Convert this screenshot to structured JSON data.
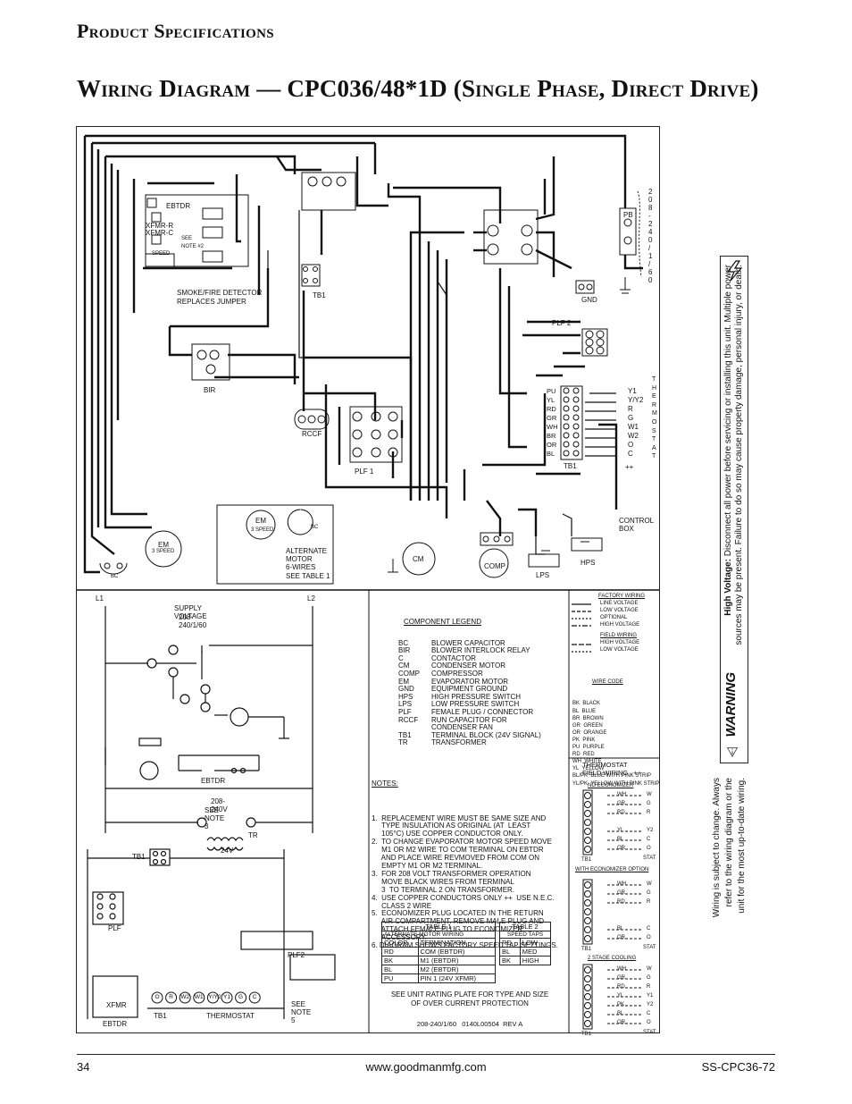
{
  "header": {
    "section": "Product Specifications",
    "title": "Wiring Diagram — CPC036/48*1D (Single Phase, Direct Drive)"
  },
  "footer": {
    "page": "34",
    "url": "www.goodmanmfg.com",
    "doc": "SS-CPC36-72"
  },
  "warning": {
    "word": "WARNING",
    "lead": "High Voltage:",
    "line1": "Disconnect all power before servicing or installing this unit. Multiple power",
    "line2": "sources may be present. Failure to do so may cause property damage, personal injury, or death."
  },
  "subject": [
    "Wiring is subject to change. Always",
    "refer to the wiring diagram or the",
    "unit for the most up-to-date wiring."
  ],
  "components": {
    "ebtdr": "EBTDR",
    "bir": "BIR",
    "tb1": "TB1",
    "rccf": "RCCF",
    "plf1": "PLF 1",
    "plf2": "PLF 2",
    "cm": "CM",
    "comp": "COMP",
    "em": "EM",
    "em_sub": "3 SPEED",
    "bc": "BC",
    "lps": "LPS",
    "hps": "HPS",
    "gnd": "GND",
    "pb": "PB",
    "control_box": [
      "CONTROL",
      "BOX"
    ],
    "smoke": [
      "SMOKE/FIRE DETECTOR",
      "REPLACES JUMPER"
    ],
    "supply_rating": "2 0 8 - 2 4 0 / 1 / 6 0",
    "thermostat": "THERMOSTAT",
    "alt_motor": [
      "ALTERNATE",
      "MOTOR",
      "6-WIRES",
      "SEE TABLE 1"
    ],
    "xfmr": [
      "XFMR-R",
      "XFMR-C"
    ],
    "see_note2": [
      "SEE",
      "NOTE #2"
    ],
    "speed": "SPEED",
    "thermostat_vert": "T H E R M O S T A T",
    "plus": "++"
  },
  "term_labels": {
    "tstat": [
      "Y1",
      "Y/Y2",
      "R",
      "G",
      "W1",
      "W2",
      "O",
      "C"
    ],
    "tb1": [
      "PU",
      "YL",
      "RD",
      "GR",
      "WH",
      "BR",
      "OR",
      "BL"
    ]
  },
  "ladder": {
    "l1": "L1",
    "l2": "L2",
    "supply": [
      "SUPPLY VOLTAGE",
      "208-240/1/60"
    ],
    "xfmr_note": [
      "208-240V",
      "SEE NOTE 3"
    ],
    "v24": "24V",
    "tr": "TR",
    "see_note5": "SEE NOTE 5",
    "xfmr": "XFMR",
    "ebtdr": "EBTDR",
    "tb1": "TB1",
    "plf": "PLF",
    "plf2": "PLF2",
    "thermostat": "THERMOSTAT",
    "stat_terms": [
      "O",
      "R",
      "W2",
      "W1",
      "Y/Y2",
      "Y1",
      "G",
      "C"
    ]
  },
  "legend": {
    "title": "COMPONENT LEGEND",
    "items": [
      [
        "BC",
        "BLOWER CAPACITOR"
      ],
      [
        "BIR",
        "BLOWER INTERLOCK RELAY"
      ],
      [
        "C",
        "CONTACTOR"
      ],
      [
        "CM",
        "CONDENSER MOTOR"
      ],
      [
        "COMP",
        "COMPRESSOR"
      ],
      [
        "EM",
        "EVAPORATOR MOTOR"
      ],
      [
        "GND",
        "EQUIPMENT GROUND"
      ],
      [
        "HPS",
        "HIGH PRESSURE SWITCH"
      ],
      [
        "LPS",
        "LOW PRESSURE SWITCH"
      ],
      [
        "PLF",
        "FEMALE PLUG / CONNECTOR"
      ],
      [
        "RCCF",
        "RUN CAPACITOR FOR"
      ],
      [
        "",
        "CONDENSER FAN"
      ],
      [
        "TB1",
        "TERMINAL BLOCK (24V SIGNAL)"
      ],
      [
        "TR",
        "TRANSFORMER"
      ]
    ]
  },
  "notes": {
    "title": "NOTES:",
    "lines": [
      "1.  REPLACEMENT WIRE MUST BE SAME SIZE AND",
      "     TYPE INSULATION AS ORIGINAL (AT  LEAST",
      "     105°C) USE COPPER CONDUCTOR ONLY.",
      "2.  TO CHANGE EVAPORATOR MOTOR SPEED MOVE",
      "     M1 OR M2 WIRE TO COM TERMINAL ON EBTDR",
      "     AND PLACE WIRE REVMOVED FROM COM ON",
      "     EMPTY M1 OR M2 TERMINAL.",
      "3.  FOR 208 VOLT TRANSFORMER OPERATION",
      "     MOVE BLACK WIRES FROM TERMINAL",
      "     3  TO TERMINAL 2 ON TRANSFORMER.",
      "4.  USE COPPER CONDUCTORS ONLY ++  USE N.E.C.",
      "     CLASS 2 WIRE",
      "5.  ECONOMIZER PLUG LOCATED IN THE RETURN",
      "     AIR COMPARTMENT. REMOVE MALE PLUG AND",
      "     ATTACH FEMALE PLUG TO ECONOMIZER",
      "     ACCESSORY.",
      "6. DIAGRAM SHOWS FACTORY SPEED TAP SETTINGS."
    ]
  },
  "table1": {
    "title": "TABLE 1",
    "sub": "ALTERNATE MOTOR WIRING",
    "head": [
      "COLOR",
      "TERMINATION"
    ],
    "rows": [
      [
        "RD",
        "COM (EBTDR)"
      ],
      [
        "BK",
        "M1 (EBTDR)"
      ],
      [
        "BL",
        "M2 (EBTDR)"
      ],
      [
        "PU",
        "PIN 1 (24V XFMR)"
      ]
    ]
  },
  "table2": {
    "title": "TABLE 2",
    "sub": "SPEED TAPS",
    "rows": [
      [
        "RD",
        "LOW"
      ],
      [
        "BL",
        "MED"
      ],
      [
        "BK",
        "HIGH"
      ]
    ]
  },
  "rating": [
    "SEE UNIT RATING PLATE FOR TYPE AND SIZE",
    "OF OVER CURRENT PROTECTION"
  ],
  "part": "208-240/1/60   0140L00504  REV A",
  "factory": {
    "title": "FACTORY WIRING",
    "items": [
      "LINE VOLTAGE",
      "LOW VOLTAGE",
      "OPTIONAL",
      "HIGH VOLTAGE"
    ],
    "field_title": "FIELD WIRING",
    "field_items": [
      "HIGH VOLTAGE",
      "LOW VOLTAGE"
    ]
  },
  "wire_code": {
    "title": "WIRE CODE",
    "items": [
      "BK  BLACK",
      "BL  BLUE",
      "BR  BROWN",
      "GR  GREEN",
      "OR  ORANGE",
      "PK  PINK",
      "PU  PURPLE",
      "RD  RED",
      "WH  WHITE",
      "YL  YELLOW",
      "BL/PK  BLUE WITH PINK STRIP",
      "YL/PK  YELLOW WITH PINK STRIP"
    ]
  },
  "field": {
    "title": [
      "THERMOSTAT",
      "FIELD WIRING"
    ],
    "plus": "++",
    "no_econ": "NO ECONOMIZER",
    "with_econ": "WITH ECONOMIZER OPTION",
    "two_stage": "2 STAGE COOLING",
    "stat": "STAT",
    "tb1": "TB1",
    "rows1": [
      [
        "WH",
        "W"
      ],
      [
        "GR",
        "G"
      ],
      [
        "RD",
        "R"
      ],
      [
        "",
        ""
      ],
      [
        "YL",
        "Y2"
      ],
      [
        "BL",
        "C"
      ],
      [
        "OR",
        "O"
      ]
    ],
    "rows2": [
      [
        "WH",
        "W"
      ],
      [
        "GR",
        "G"
      ],
      [
        "RD",
        "R"
      ],
      [
        "",
        ""
      ],
      [
        "",
        ""
      ],
      [
        "BL",
        "C"
      ],
      [
        "OR",
        "O"
      ]
    ],
    "rows3": [
      [
        "WH",
        "W"
      ],
      [
        "GR",
        "G"
      ],
      [
        "RD",
        "R"
      ],
      [
        "YL",
        "Y1"
      ],
      [
        "PK",
        "Y2"
      ],
      [
        "BL",
        "C"
      ],
      [
        "OR",
        "O"
      ]
    ]
  }
}
